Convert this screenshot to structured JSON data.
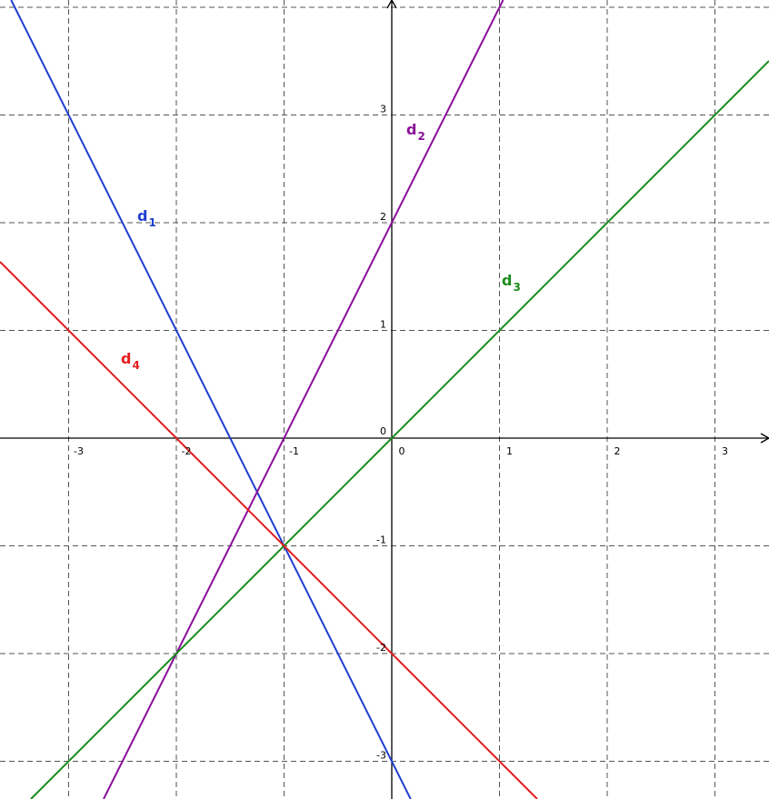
{
  "chart_data": {
    "type": "line",
    "title": "",
    "xlabel": "",
    "ylabel": "",
    "xlim": [
      -3.65,
      3.5
    ],
    "ylim": [
      -3.35,
      4.1
    ],
    "grid": true,
    "grid_style": "dashed",
    "x_ticks": [
      -3,
      -2,
      -1,
      0,
      1,
      2,
      3
    ],
    "y_ticks": [
      -3,
      -2,
      -1,
      0,
      1,
      2,
      3
    ],
    "x_tick_labels": [
      "-3",
      "-2",
      "-1",
      "0",
      "1",
      "2",
      "3"
    ],
    "y_tick_labels": [
      "-3",
      "-2",
      "-1",
      "0",
      "1",
      "2",
      "3"
    ],
    "series": [
      {
        "label": "d",
        "subscript": "1",
        "color": "#1f3fd0",
        "slope": -2,
        "intercept": -3
      },
      {
        "label": "d",
        "subscript": "2",
        "color": "#8b0f9a",
        "slope": 2,
        "intercept": 2
      },
      {
        "label": "d",
        "subscript": "3",
        "color": "#1a8c1a",
        "slope": 1,
        "intercept": 0
      },
      {
        "label": "d",
        "subscript": "4",
        "color": "#e41c1c",
        "slope": -1,
        "intercept": -2
      }
    ]
  }
}
